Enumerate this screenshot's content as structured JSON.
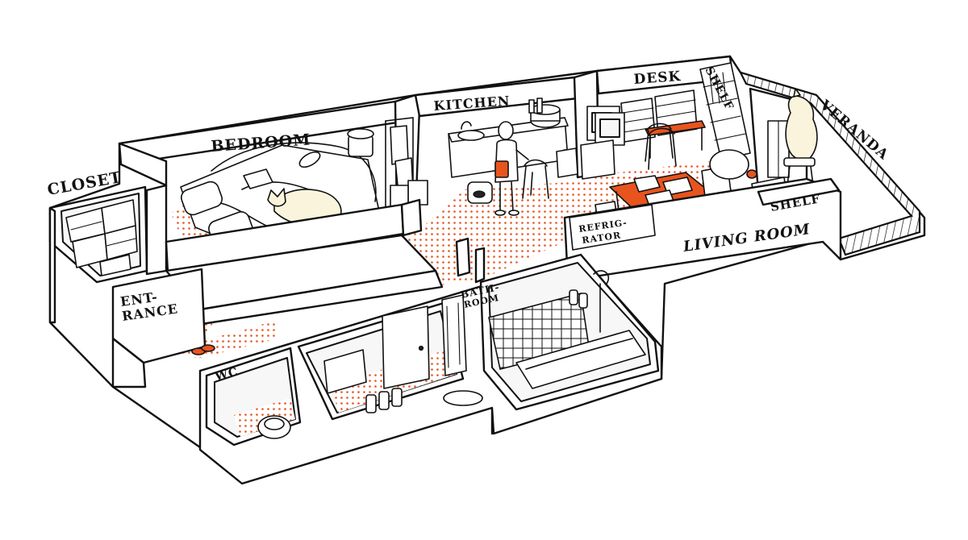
{
  "labels": {
    "closet": "CLOSET",
    "bedroom": "BEDROOM",
    "kitchen": "KITCHEN",
    "desk": "DESK",
    "shelf_top": "SHELF",
    "veranda": "VERANDA",
    "shelf_right": "SHELF",
    "refrigerator_line1": "REFRIG-",
    "refrigerator_line2": "RATOR",
    "living_room": "LIVING ROOM",
    "entrance_line1": "ENT-",
    "entrance_line2": "RANCE",
    "bathroom_line1": "BATH-",
    "bathroom_line2": "ROOM",
    "wc": "WC"
  },
  "colors": {
    "accent": "#e8541e",
    "floor_dot": "#e8541e",
    "cream": "#fbf4dc",
    "ink": "#111111"
  }
}
